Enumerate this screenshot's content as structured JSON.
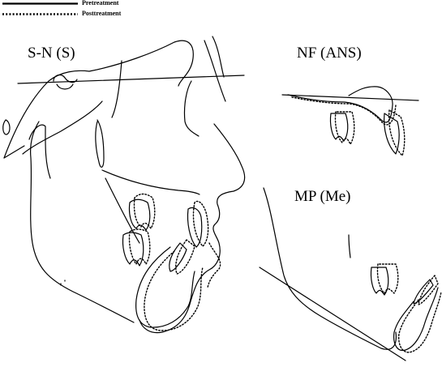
{
  "legend": {
    "pretreatment_label": "Pretreatment",
    "posttreatment_label": "Posttreatment"
  },
  "panels": {
    "sn_label": "S-N (S)",
    "nf_label": "NF (ANS)",
    "mp_label": "MP (Me)"
  }
}
